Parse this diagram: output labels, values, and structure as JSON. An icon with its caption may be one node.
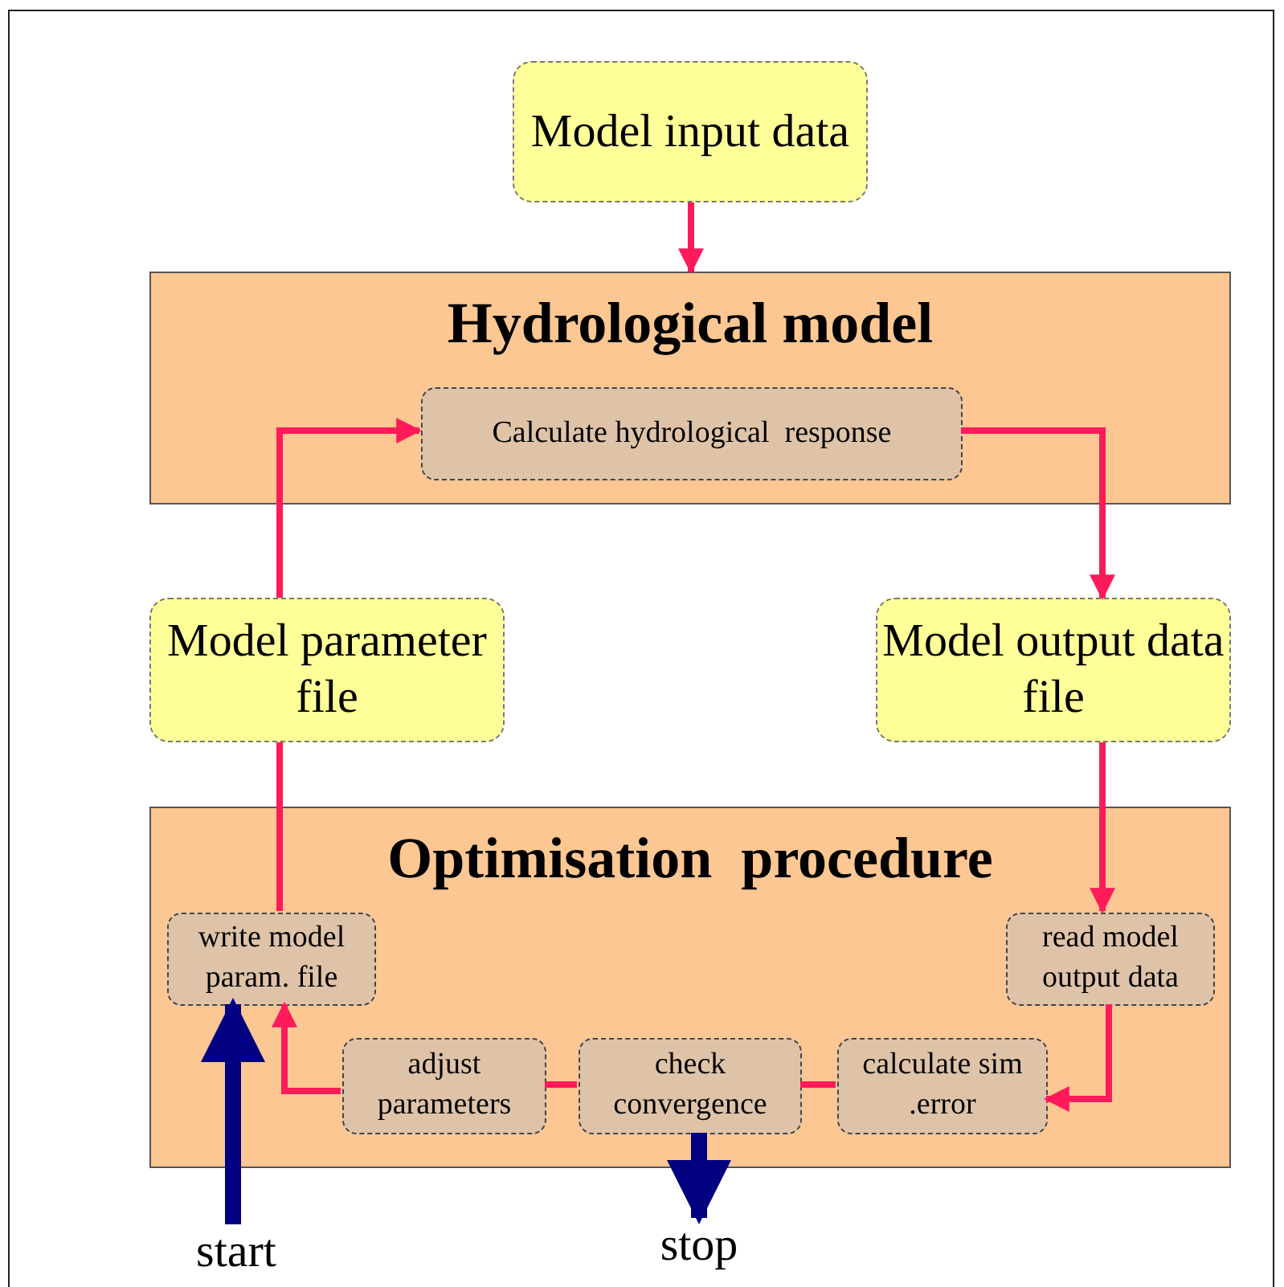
{
  "diagram": {
    "nodes": [
      {
        "text": [
          "Model input data"
        ]
      },
      {
        "text": [
          "Hydrological model"
        ]
      },
      {
        "text": [
          "Calculate hydrological  response"
        ],
        "in": 1
      },
      {
        "text": [
          "Model parameter file"
        ]
      },
      {
        "text": [
          "Model output data file"
        ]
      },
      {
        "text": [
          "Optimisation  procedure"
        ]
      },
      {
        "text": [
          "write model param. file"
        ],
        "in": 5
      },
      {
        "text": [
          "read model output data"
        ],
        "in": 5
      },
      {
        "text": [
          "adjust parameters"
        ],
        "in": 5
      },
      {
        "text": [
          "check convergence"
        ],
        "in": 5
      },
      {
        "text": [
          "calculate sim .error"
        ],
        "in": 5
      },
      {
        "text": [
          "start"
        ]
      },
      {
        "text": [
          "stop"
        ]
      }
    ],
    "edges": [
      {
        "from": 0,
        "to": 1,
        "arrow": "to"
      },
      {
        "from": 3,
        "to": 2,
        "arrow": "to"
      },
      {
        "from": 2,
        "to": 4,
        "arrow": "to"
      },
      {
        "from": 6,
        "to": 3,
        "arrow": "none"
      },
      {
        "from": 4,
        "to": 7,
        "arrow": "to"
      },
      {
        "from": 7,
        "to": 10,
        "arrow": "to"
      },
      {
        "from": 10,
        "to": 9,
        "arrow": "none"
      },
      {
        "from": 9,
        "to": 8,
        "arrow": "none"
      },
      {
        "from": 8,
        "to": 6,
        "arrow": "to"
      },
      {
        "from": 11,
        "to": 6,
        "arrow": "to",
        "style": "thick",
        "color": "#000080"
      },
      {
        "from": 9,
        "to": 12,
        "arrow": "to",
        "style": "thick",
        "color": "#000080"
      }
    ]
  }
}
